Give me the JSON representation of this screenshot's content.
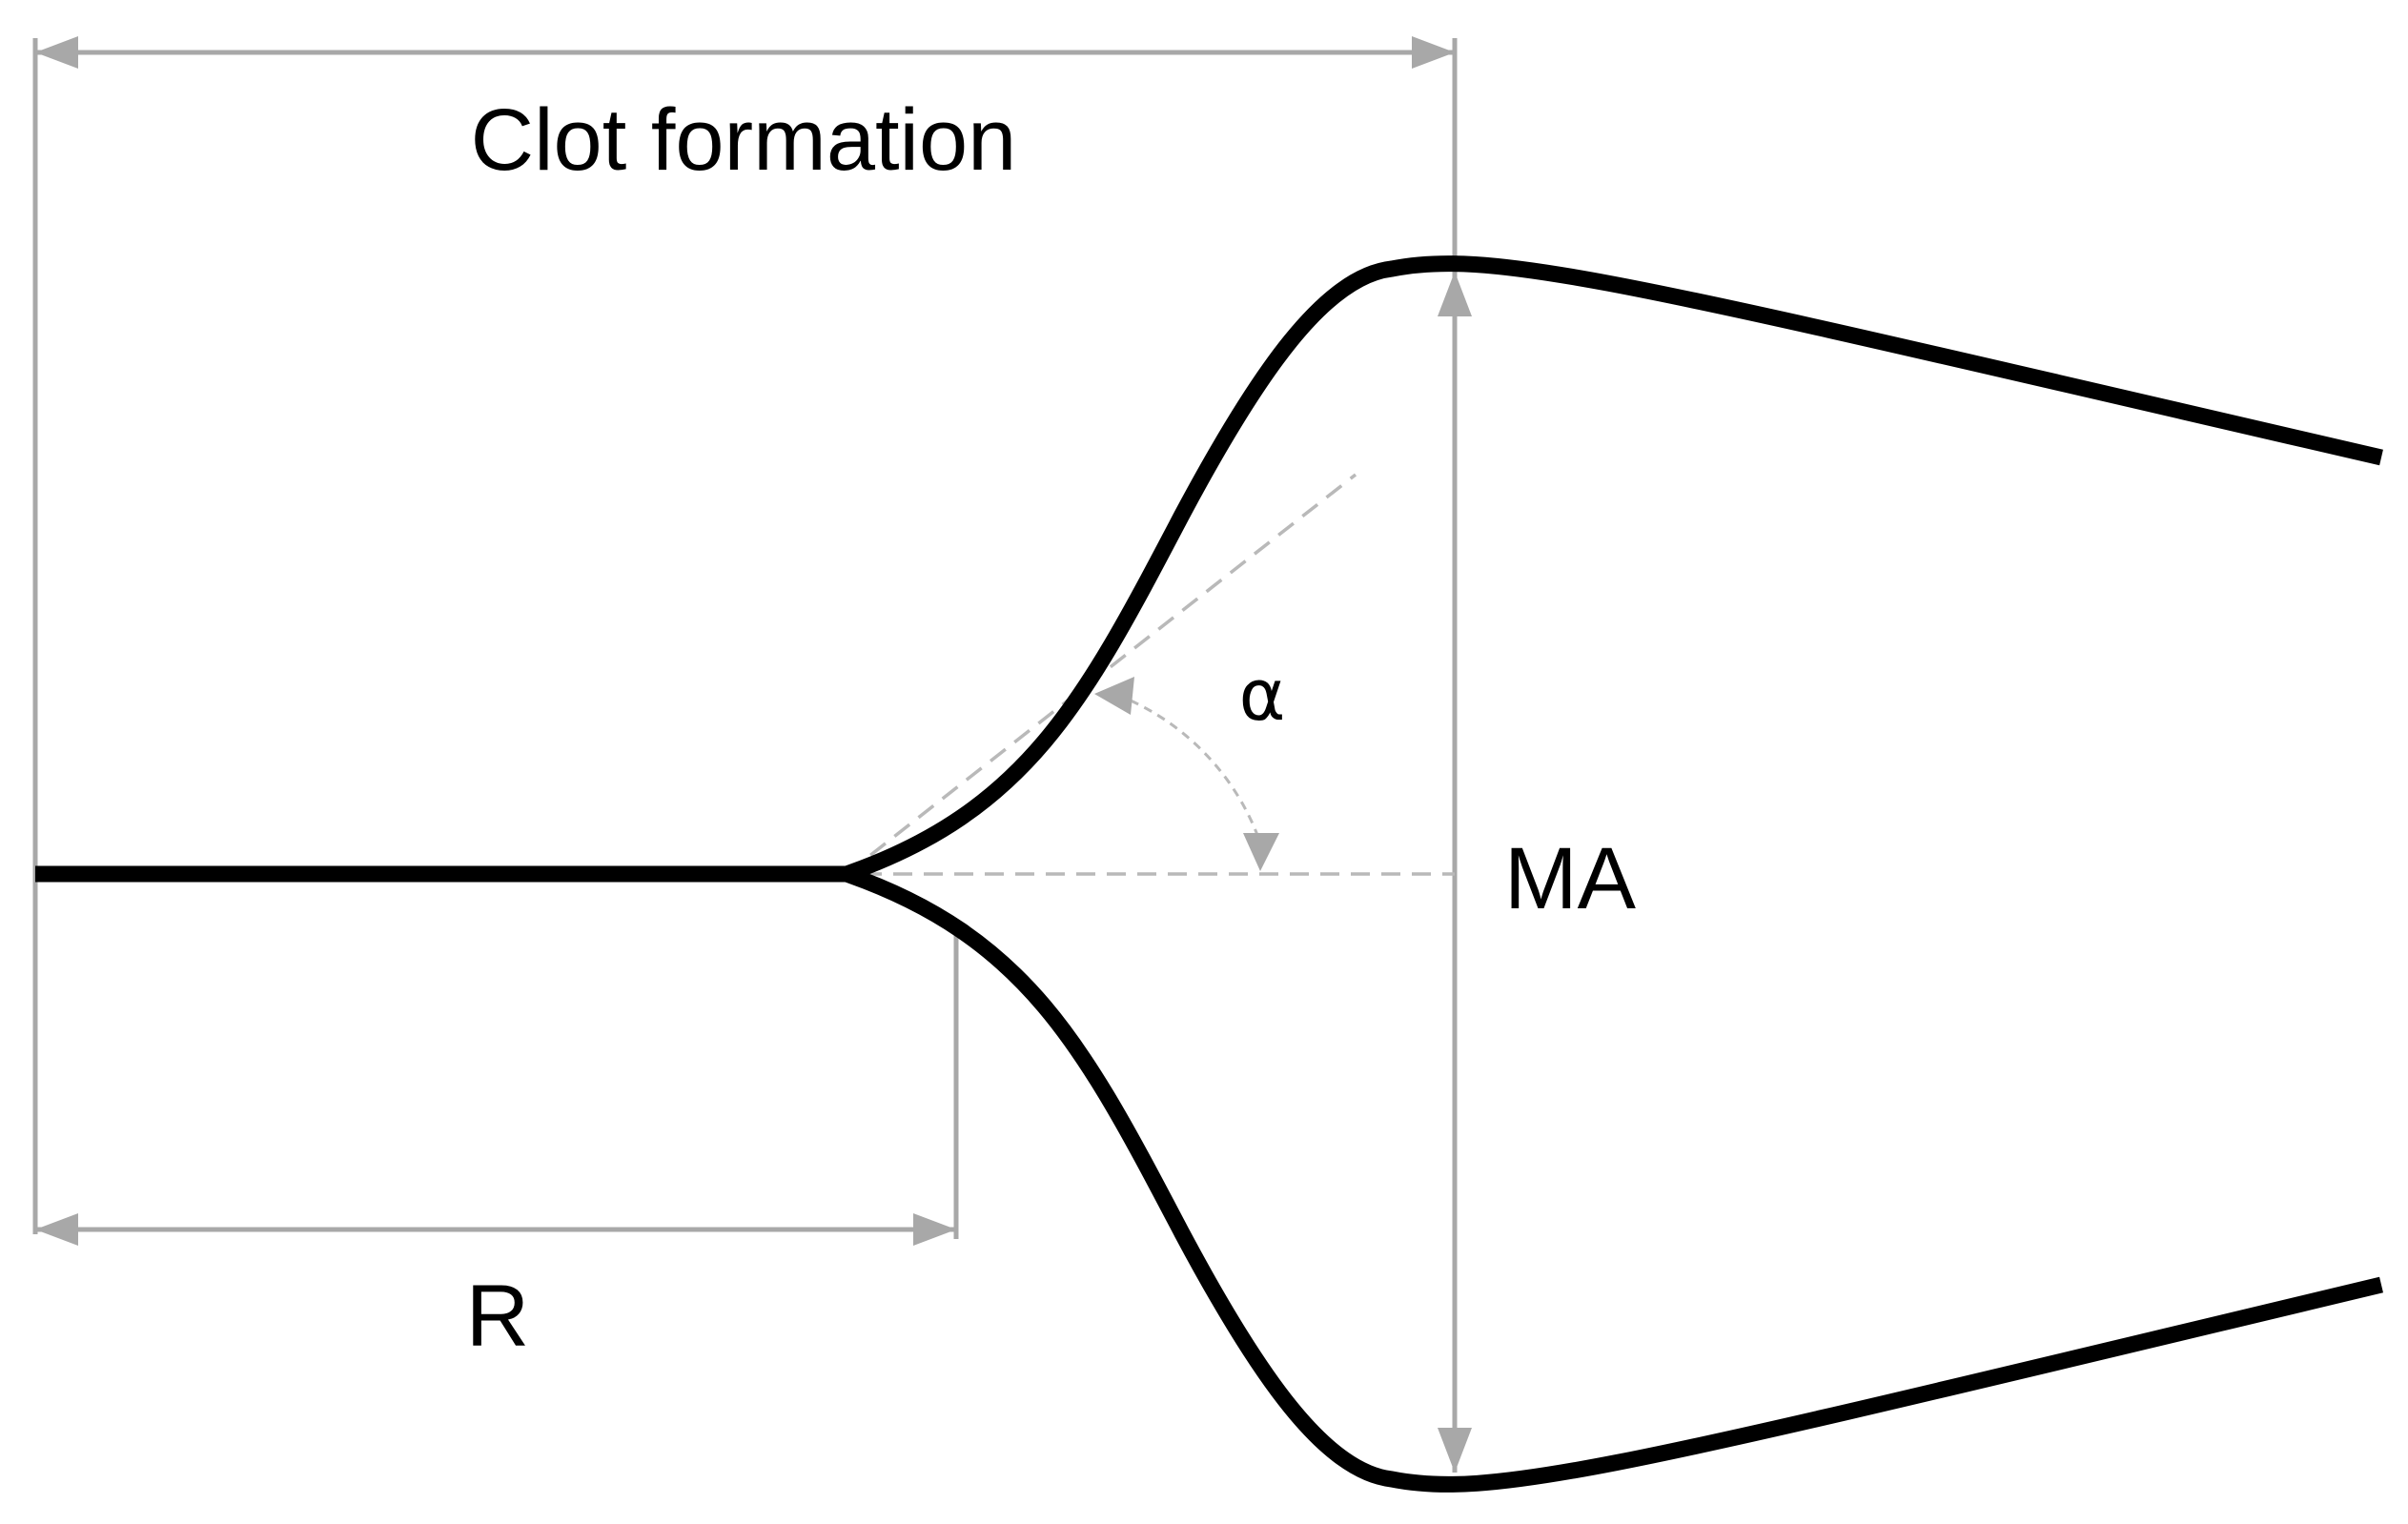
{
  "diagram": {
    "labels": {
      "clot_formation": "Clot formation",
      "r": "R",
      "alpha": "α",
      "ma": "MA"
    },
    "colors": {
      "curve": "#000000",
      "guide": "#a8a8a8",
      "dashed": "#b9b9b9",
      "background": "#ffffff"
    }
  }
}
